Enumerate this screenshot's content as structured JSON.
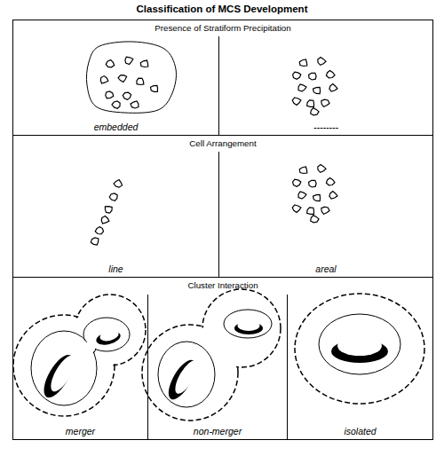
{
  "diagram": {
    "title": "Classification of MCS Development",
    "nodes": [
      {
        "text": [
          "Presence of Stratiform Precipitation"
        ]
      },
      {
        "text": [
          "embedded"
        ],
        "in": 0
      },
      {
        "text": [
          "--------"
        ],
        "in": 0
      },
      {
        "text": [
          "Cell Arrangement"
        ]
      },
      {
        "text": [
          "line"
        ],
        "in": 3
      },
      {
        "text": [
          "areal"
        ],
        "in": 3
      },
      {
        "text": [
          "Cluster Interaction"
        ]
      },
      {
        "text": [
          "merger"
        ],
        "in": 6
      },
      {
        "text": [
          "non-merger"
        ],
        "in": 6
      },
      {
        "text": [
          "isolated"
        ],
        "in": 6
      }
    ]
  }
}
